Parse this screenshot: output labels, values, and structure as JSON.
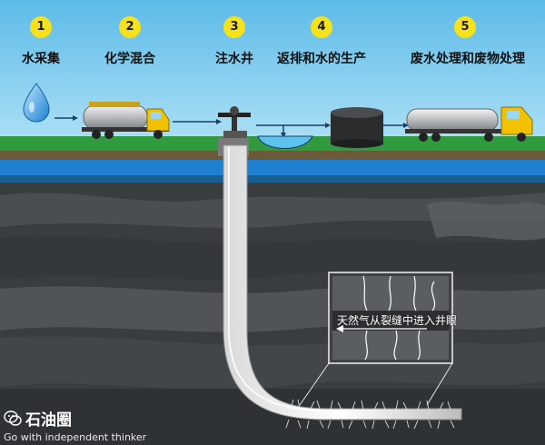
{
  "steps": [
    {
      "num": "1",
      "label": "水采集"
    },
    {
      "num": "2",
      "label": "化学混合"
    },
    {
      "num": "3",
      "label": "注水井"
    },
    {
      "num": "4",
      "label": "返排和水的生产"
    },
    {
      "num": "5",
      "label": "废水处理和废物处理"
    }
  ],
  "callout": "天然气从裂缝中进入井眼",
  "watermark": {
    "title": "石油圈",
    "subtitle": "Go with independent thinker"
  },
  "colors": {
    "sky": "#8fd3f2",
    "grass": "#2f9a3e",
    "water_table": "#1f7fd1",
    "badge": "#f6e21a",
    "truck_cab": "#f2c200",
    "rock_dark": "#3a3d40",
    "rock_mid": "#54585b"
  }
}
